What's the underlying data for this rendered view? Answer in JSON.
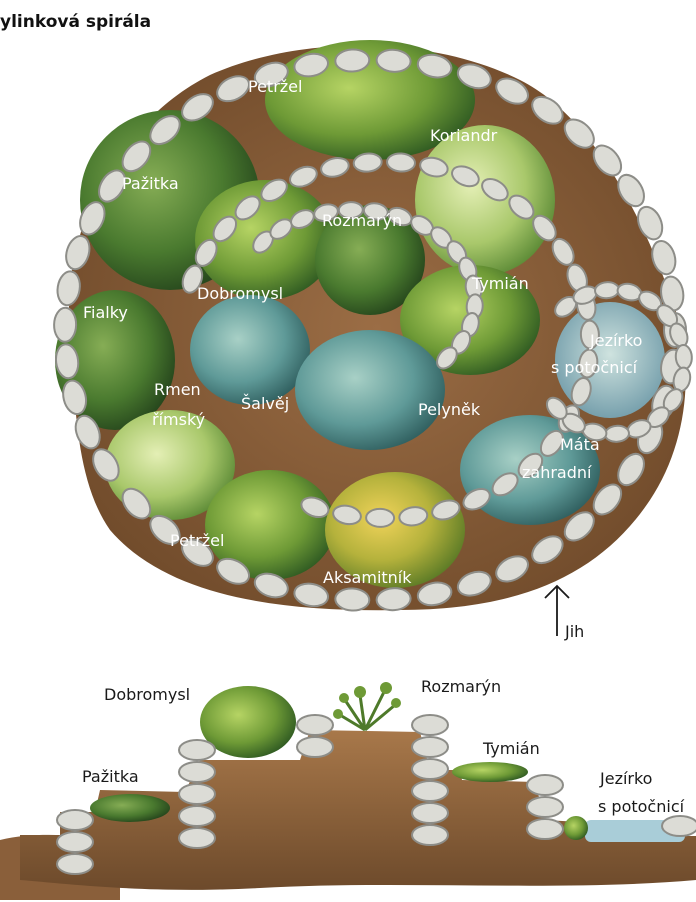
{
  "title": "ylinková spirála",
  "top_view": {
    "labels": {
      "petrzel_top": "Petržel",
      "koriandr": "Koriandr",
      "pazitka": "Pažitka",
      "rozmaryn": "Rozmarýn",
      "dobromysl": "Dobromysl",
      "tymian": "Tymián",
      "fialky": "Fialky",
      "jezirko_1": "Jezírko",
      "jezirko_2": "s potočnicí",
      "rmen_1": "Rmen",
      "rmen_2": "římský",
      "salvej": "Šalvěj",
      "pelynek": "Pelyněk",
      "mata_1": "Máta",
      "mata_2": "zahradní",
      "petrzel_bottom": "Petržel",
      "aksamitnik": "Aksamitník"
    },
    "compass_label": "Jih"
  },
  "side_view": {
    "labels": {
      "dobromysl": "Dobromysl",
      "rozmaryn": "Rozmarýn",
      "tymian": "Tymián",
      "pazitka": "Pažitka",
      "jezirko_1": "Jezírko",
      "jezirko_2": "s potočnicí"
    }
  },
  "colors": {
    "soil": "#8a5f3a",
    "stone": "#dcdcd6",
    "stone_edge": "#8d8d88",
    "grass_green": "#6e9a36",
    "light_green": "#b7d27a",
    "blue_green": "#5f9a98",
    "dark_green": "#3f6b2d",
    "water": "#a9cdd8"
  }
}
